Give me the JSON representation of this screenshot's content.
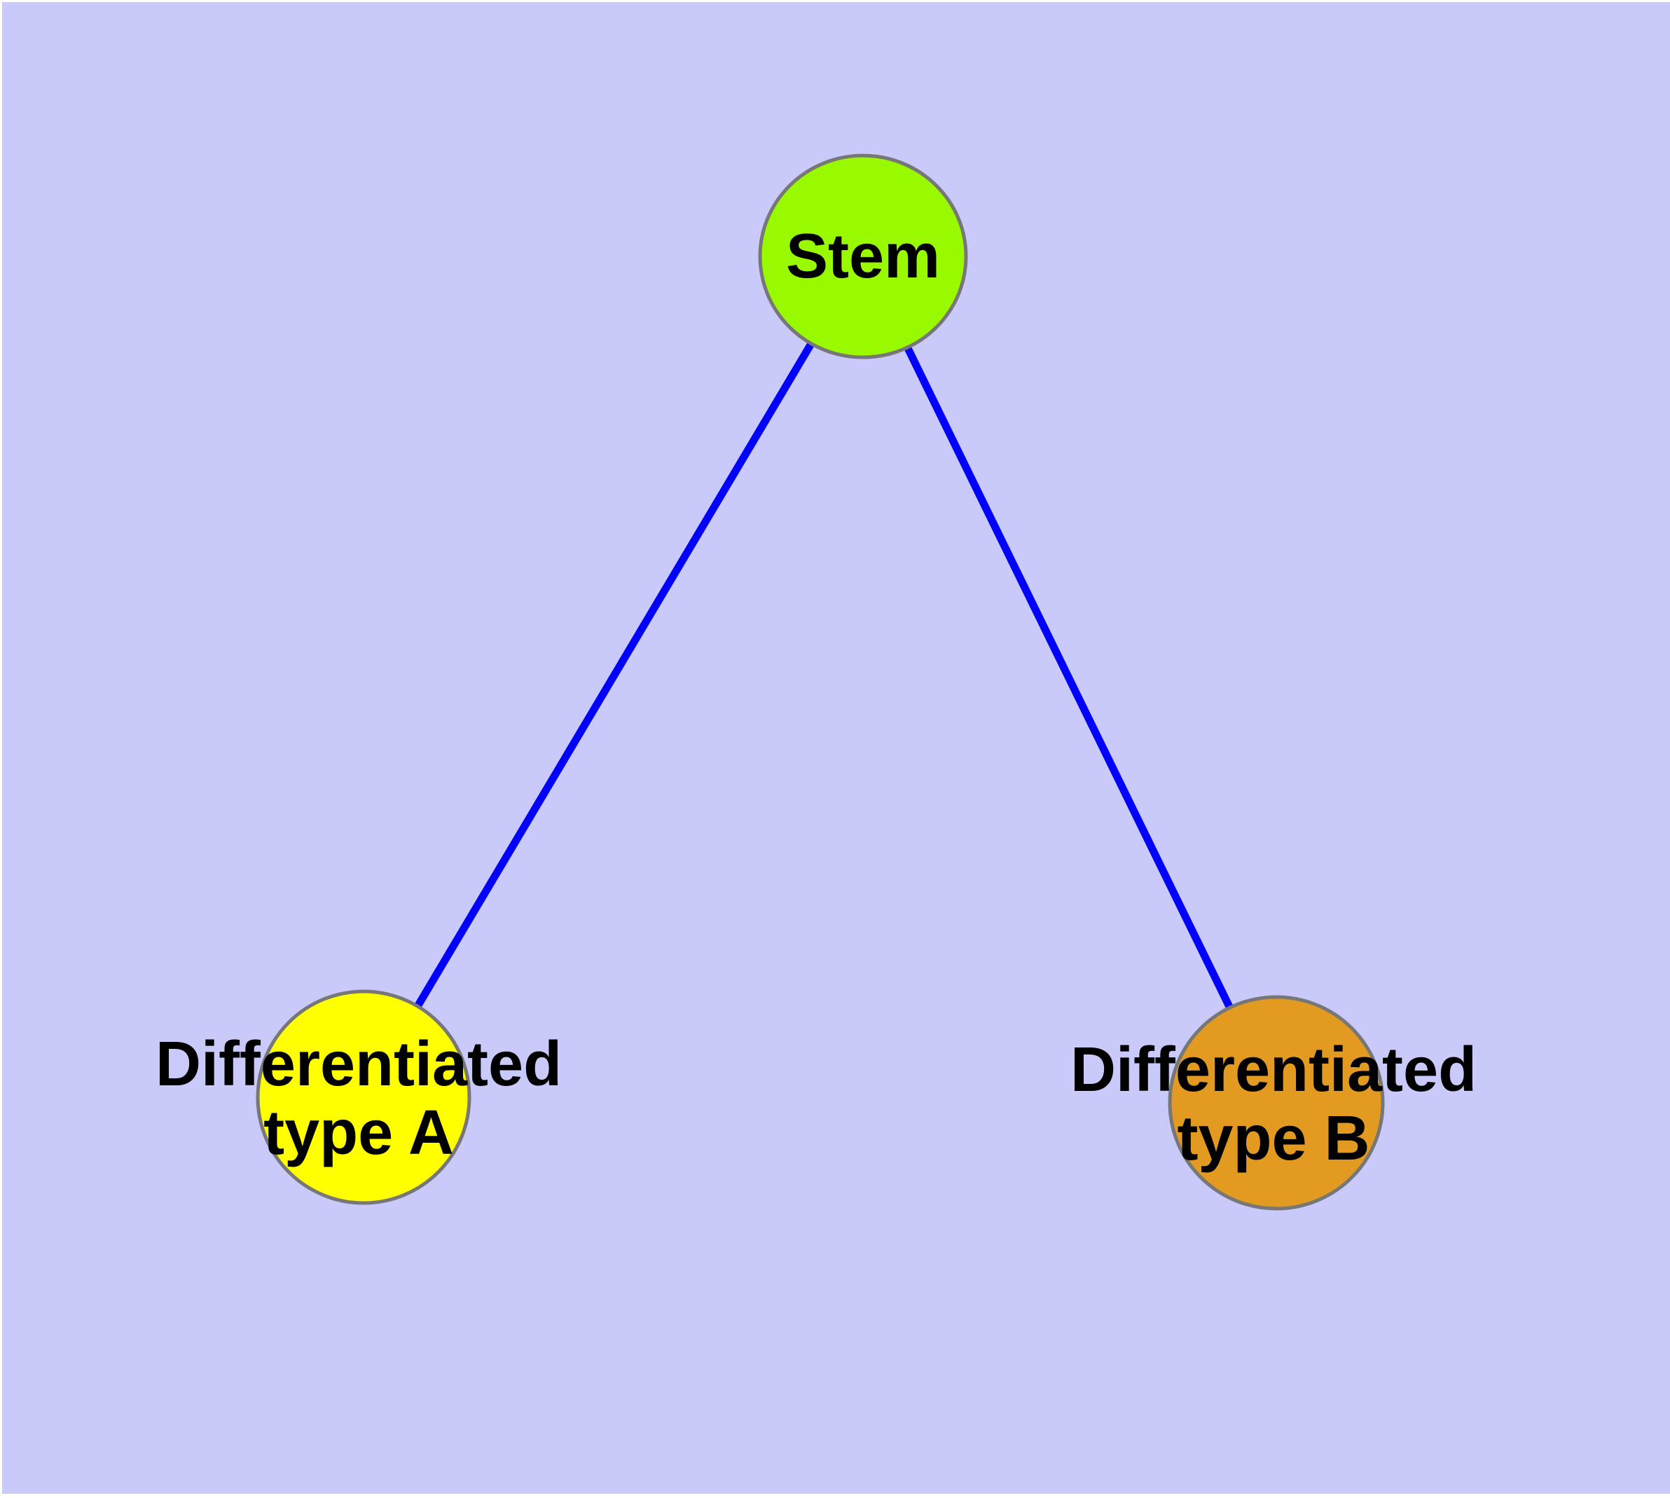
{
  "diagram": {
    "type": "graph",
    "background_color": "#CACAFA",
    "page_border_color": "#FFFFFF",
    "edge_color": "#0202FC",
    "node_border_color": "#777777",
    "text_color": "#000000",
    "nodes": [
      {
        "id": "stem",
        "label": "Stem",
        "color": "#99FA00"
      },
      {
        "id": "type-a",
        "label": "Differentiated\ntype A",
        "color": "#FFFF00"
      },
      {
        "id": "type-b",
        "label": "Differentiated\ntype B",
        "color": "#E29A20"
      }
    ],
    "edges": [
      {
        "from": "stem",
        "to": "type-a"
      },
      {
        "from": "stem",
        "to": "type-b"
      }
    ]
  }
}
